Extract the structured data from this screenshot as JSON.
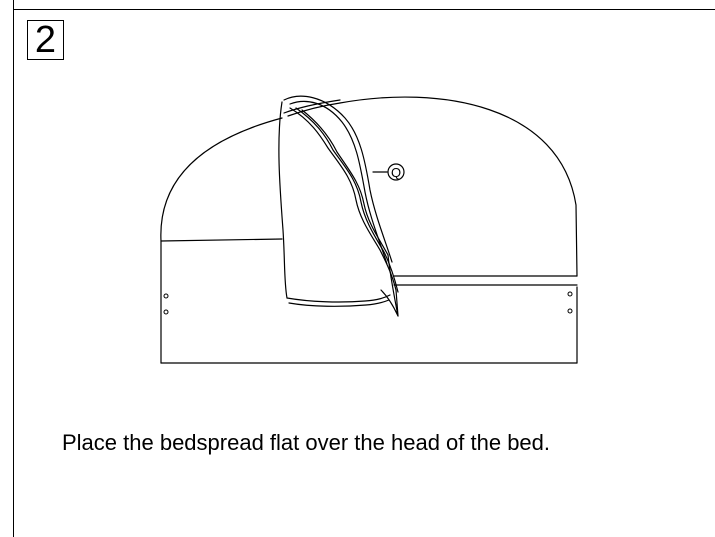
{
  "step": {
    "number": "2"
  },
  "illustration": {
    "callout_label": "Q"
  },
  "instruction": {
    "text": "Place the bedspread flat over the head of the bed."
  }
}
